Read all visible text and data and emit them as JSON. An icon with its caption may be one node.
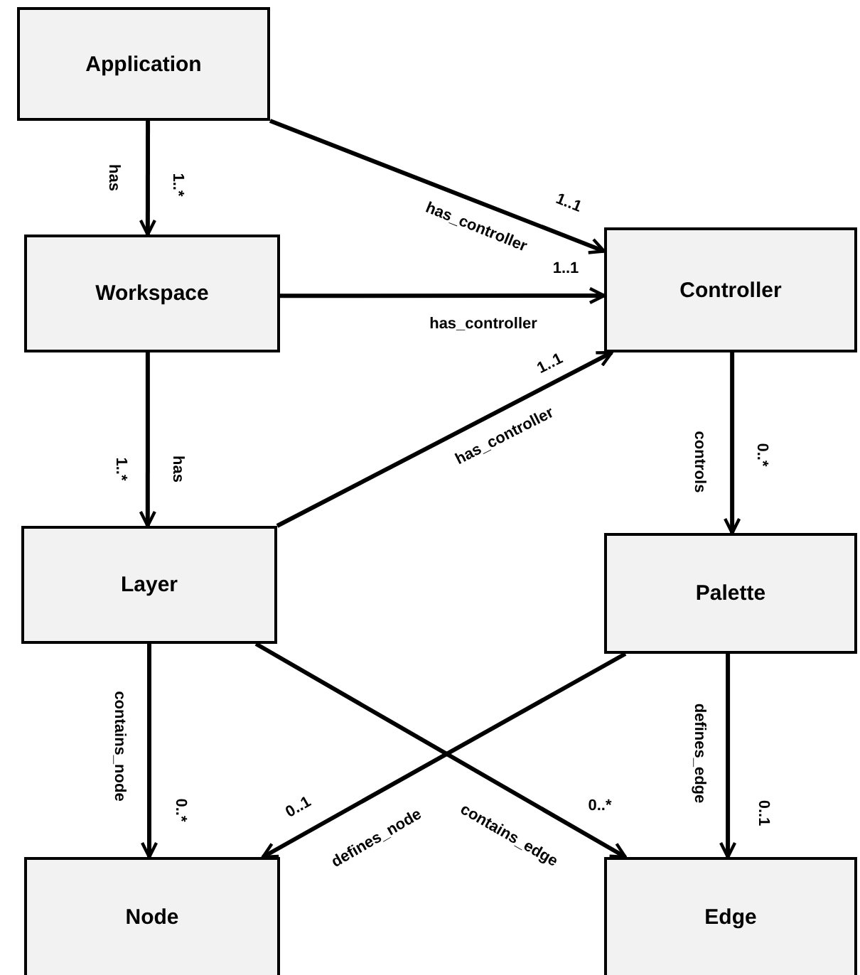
{
  "diagram": {
    "nodes": [
      {
        "text": [
          "Application"
        ]
      },
      {
        "text": [
          "Workspace"
        ]
      },
      {
        "text": [
          "Controller"
        ]
      },
      {
        "text": [
          "Layer"
        ]
      },
      {
        "text": [
          "Palette"
        ]
      },
      {
        "text": [
          "Node"
        ]
      },
      {
        "text": [
          "Edge"
        ]
      }
    ],
    "edges": [
      {
        "from": 0,
        "to": 1,
        "arrow": "to",
        "label": "has"
      },
      {
        "from": 0,
        "to": 2,
        "arrow": "to",
        "label": "has_controller"
      },
      {
        "from": 1,
        "to": 2,
        "arrow": "to",
        "label": "has_controller"
      },
      {
        "from": 3,
        "to": 2,
        "arrow": "to",
        "label": "has_controller"
      },
      {
        "from": 1,
        "to": 3,
        "arrow": "to",
        "label": "has"
      },
      {
        "from": 2,
        "to": 4,
        "arrow": "to",
        "label": "controls"
      },
      {
        "from": 3,
        "to": 5,
        "arrow": "to",
        "label": "contains_node"
      },
      {
        "from": 3,
        "to": 6,
        "arrow": "to",
        "label": "contains_edge"
      },
      {
        "from": 4,
        "to": 5,
        "arrow": "to",
        "label": "defines_node"
      },
      {
        "from": 4,
        "to": 6,
        "arrow": "to",
        "label": "defines_edge"
      }
    ],
    "labels": [
      "1..*",
      "1..1",
      "1..1",
      "1..1",
      "1..*",
      "0..*",
      "0..*",
      "0..*",
      "0..1",
      "0..1"
    ]
  }
}
